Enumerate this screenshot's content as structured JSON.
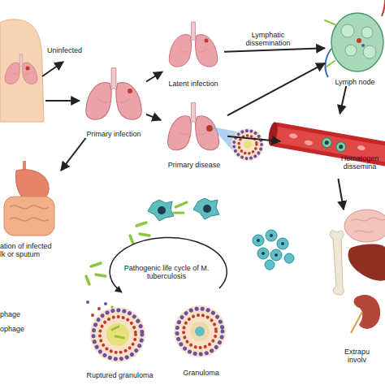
{
  "diagram": {
    "nodes": [
      {
        "text": [
          "Primary infection"
        ]
      },
      {
        "text": [
          "Latent infection"
        ]
      },
      {
        "text": [
          "Primary disease"
        ]
      },
      {
        "text": [
          "Lymph node"
        ]
      },
      {
        "text": [
          "Hematogen dissemina"
        ]
      },
      {
        "text": [
          "Extrapu involv"
        ]
      },
      {
        "text": [
          "ation of infected lk or sputum"
        ]
      },
      {
        "text": [
          "Pathogenic life cycle of M. tuberculosis"
        ]
      },
      {
        "text": [
          "Ruptured granuloma"
        ]
      },
      {
        "text": [
          "Granuloma"
        ]
      }
    ],
    "edges": [
      {
        "from": 0,
        "to": 1,
        "arrow": "to"
      },
      {
        "from": 0,
        "to": 2,
        "arrow": "to"
      },
      {
        "from": 0,
        "to": 6,
        "arrow": "to"
      },
      {
        "from": 1,
        "to": 3,
        "label": "Lymphatic dissemination",
        "arrow": "to"
      },
      {
        "from": 2,
        "to": 3,
        "arrow": "to"
      },
      {
        "from": 2,
        "to": 4,
        "arrow": "to"
      },
      {
        "from": 3,
        "to": 4,
        "arrow": "to"
      },
      {
        "from": 4,
        "to": 5,
        "arrow": "to"
      }
    ],
    "labels": [
      "Uninfected",
      "phage",
      "ophage"
    ]
  }
}
